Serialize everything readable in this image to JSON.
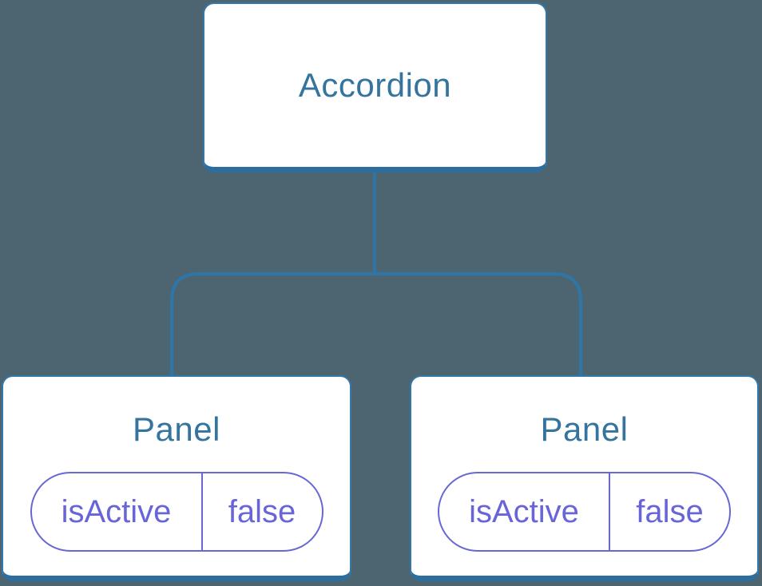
{
  "tree": {
    "root": {
      "label": "Accordion"
    },
    "children": [
      {
        "label": "Panel",
        "state": {
          "key": "isActive",
          "value": "false"
        }
      },
      {
        "label": "Panel",
        "state": {
          "key": "isActive",
          "value": "false"
        }
      }
    ]
  },
  "colors": {
    "background": "#4D6571",
    "connector": "#2F76A8",
    "node_border": "#3478A9",
    "node_border_bottom": "#2E6E9F",
    "node_fill": "#FFFFFF",
    "node_label_text": "#35749E",
    "state_accent": "#6868D4"
  }
}
